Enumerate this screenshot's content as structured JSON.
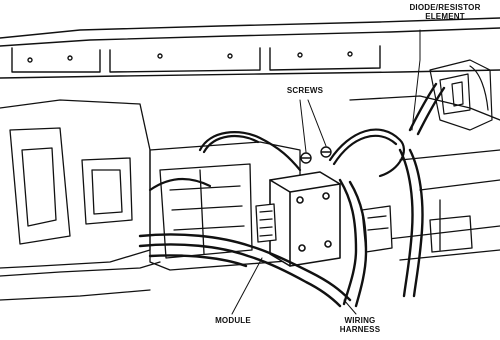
{
  "labels": {
    "diode_line1": "DIODE/RESISTOR",
    "diode_line2": "ELEMENT",
    "screws": "SCREWS",
    "module": "MODULE",
    "wiring_line1": "WIRING",
    "wiring_line2": "HARNESS"
  },
  "colors": {
    "ink": "#111111",
    "paper": "#ffffff"
  }
}
